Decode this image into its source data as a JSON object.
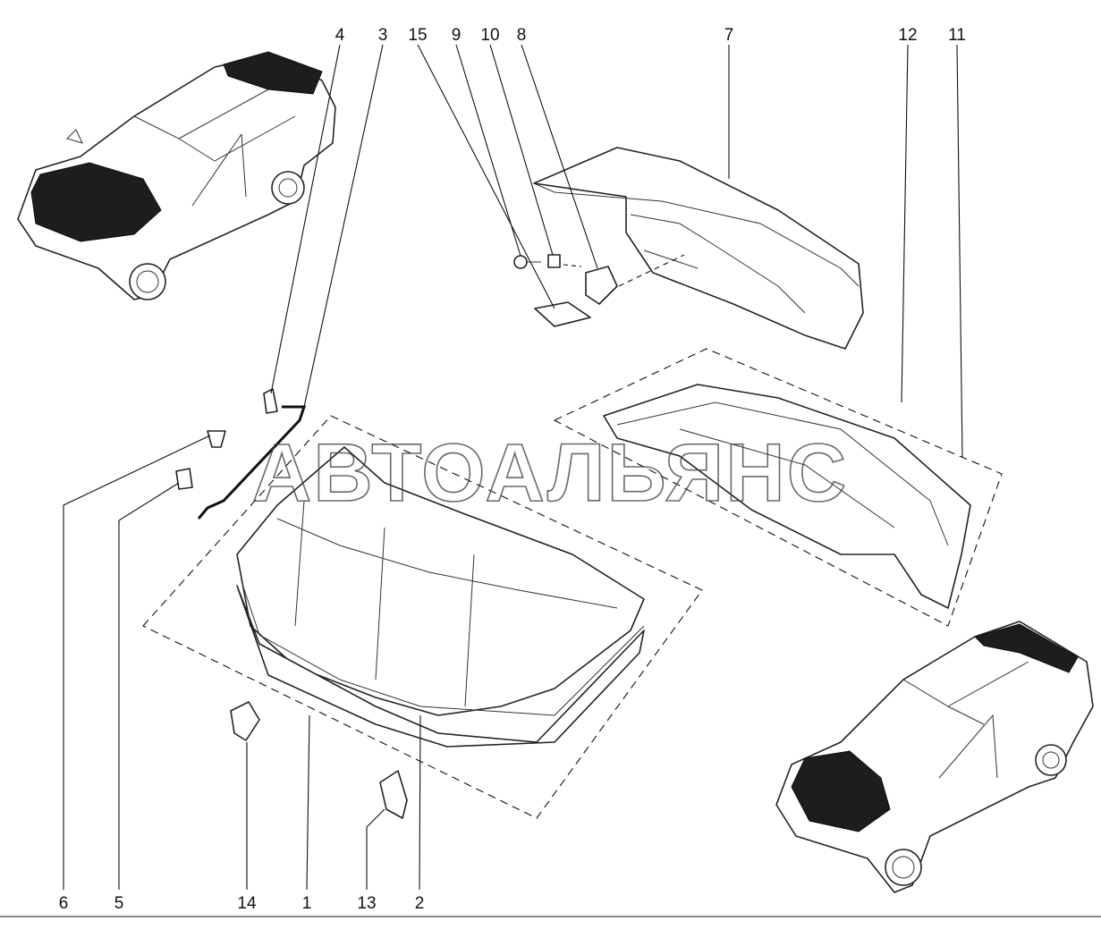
{
  "watermark": "АВТОАЛЬЯНС",
  "callouts": {
    "top": [
      "4",
      "3",
      "15",
      "9",
      "10",
      "8",
      "7",
      "12",
      "11"
    ],
    "bottom": [
      "6",
      "5",
      "14",
      "1",
      "13",
      "2"
    ]
  }
}
